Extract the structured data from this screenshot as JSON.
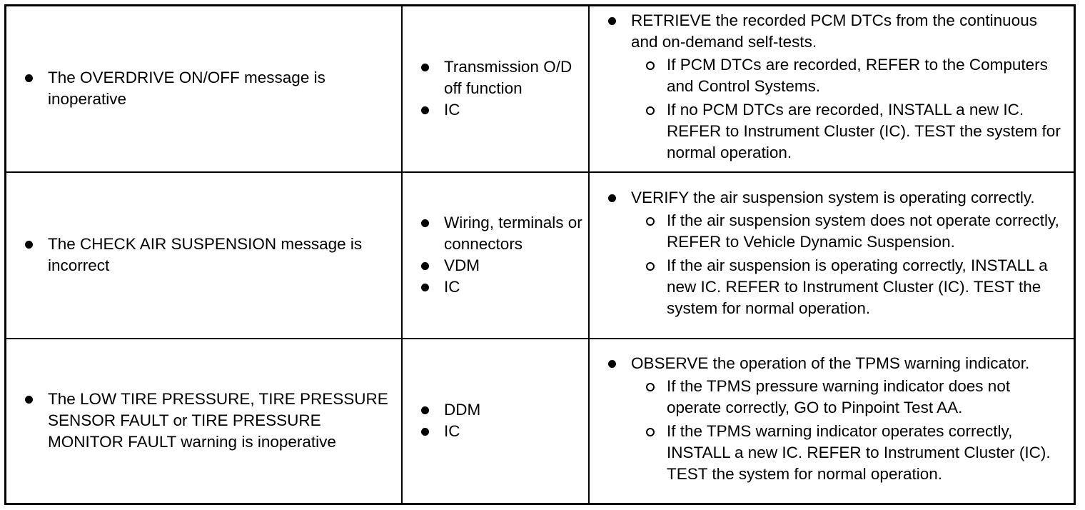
{
  "rows": [
    {
      "condition": "The OVERDRIVE ON/OFF message is inoperative",
      "sources": [
        "Transmission O/D off function",
        "IC"
      ],
      "action": {
        "main": "RETRIEVE the recorded PCM DTCs from the continuous and on-demand self-tests.",
        "subs": [
          "If PCM DTCs are recorded, REFER to the Computers and Control Systems.",
          "If no PCM DTCs are recorded, INSTALL a new IC. REFER to Instrument Cluster (IC). TEST the system for normal operation."
        ]
      }
    },
    {
      "condition": "The CHECK AIR SUSPENSION message is incorrect",
      "sources": [
        "Wiring, terminals or connectors",
        "VDM",
        "IC"
      ],
      "action": {
        "main": "VERIFY the air suspension system is operating correctly.",
        "subs": [
          "If the air suspension system does not operate correctly, REFER to Vehicle Dynamic Suspension.",
          "If the air suspension is operating correctly, INSTALL a new IC. REFER to Instrument Cluster (IC). TEST the system for normal operation."
        ]
      }
    },
    {
      "condition": "The LOW TIRE PRESSURE, TIRE PRESSURE SENSOR FAULT or TIRE PRESSURE MONITOR FAULT warning is inoperative",
      "sources": [
        "DDM",
        "IC"
      ],
      "action": {
        "main": "OBSERVE the operation of the TPMS warning indicator.",
        "subs": [
          "If the TPMS pressure warning indicator does not operate correctly, GO to Pinpoint Test AA.",
          "If the TPMS warning indicator operates correctly, INSTALL a new IC. REFER to Instrument Cluster (IC). TEST the system for normal operation."
        ]
      }
    }
  ]
}
